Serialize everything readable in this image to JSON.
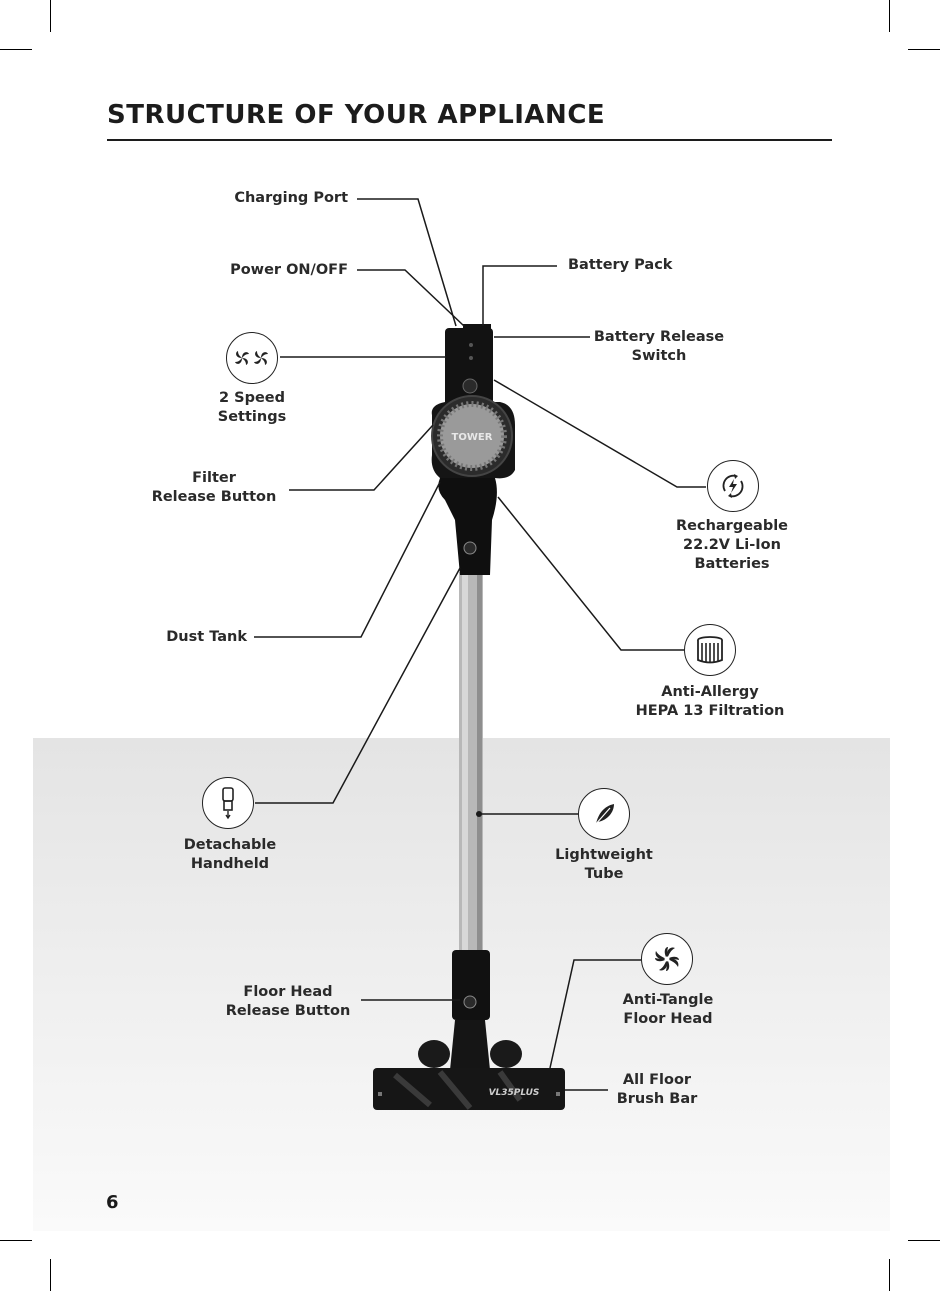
{
  "page": {
    "title": "STRUCTURE OF YOUR APPLIANCE",
    "page_number": "6"
  },
  "labels": {
    "charging_port": "Charging Port",
    "power_on_off": "Power ON/OFF",
    "two_speed": "2 Speed\nSettings",
    "filter_release": "Filter\nRelease Button",
    "dust_tank": "Dust Tank",
    "detachable_handheld": "Detachable\nHandheld",
    "floor_head_release": "Floor Head\nRelease Button",
    "battery_pack": "Battery Pack",
    "battery_release": "Battery Release\nSwitch",
    "rechargeable": "Rechargeable\n22.2V Li-Ion\nBatteries",
    "anti_allergy": "Anti-Allergy\nHEPA 13 Filtration",
    "lightweight_tube": "Lightweight\nTube",
    "anti_tangle": "Anti-Tangle\nFloor Head",
    "all_floor": "All Floor\nBrush Bar"
  },
  "product": {
    "brand": "TOWER",
    "model": "VL35PLUS"
  },
  "icons": {
    "speed": "fan-speed-icon",
    "battery": "recharge-bolt-icon",
    "filter": "hepa-filter-icon",
    "handheld": "handheld-icon",
    "tube": "feather-icon",
    "floorhead": "turbine-icon"
  },
  "colors": {
    "ink": "#1c1c1c",
    "panel": "#e6e6e6",
    "body": "#111111",
    "tube": "#b5b5b5"
  }
}
